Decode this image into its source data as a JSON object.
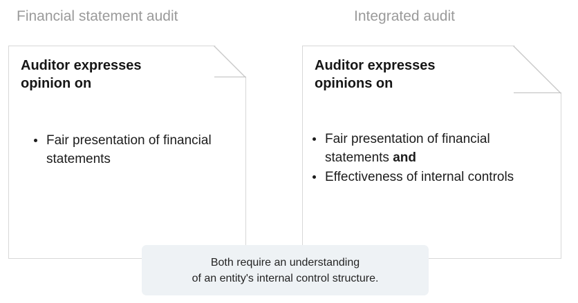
{
  "columns": [
    {
      "header": "Financial statement audit"
    },
    {
      "header": "Integrated audit"
    }
  ],
  "cards": [
    {
      "heading": "Auditor expresses\nopinion on",
      "bullets": [
        {
          "text": "Fair presentation of financial statements",
          "bold_suffix": ""
        }
      ]
    },
    {
      "heading": "Auditor expresses\nopinions on",
      "bullets": [
        {
          "text": "Fair presentation of financial statements ",
          "bold_suffix": "and"
        },
        {
          "text": "Effectiveness of internal controls",
          "bold_suffix": ""
        }
      ]
    }
  ],
  "callout": {
    "line1": "Both require an understanding",
    "line2": "of an entity's internal control structure."
  },
  "colors": {
    "header_text": "#9a9a9a",
    "card_background": "#ffffff",
    "card_border": "#d7d7d7",
    "body_text": "#1c1c1c",
    "callout_background": "#eef2f5",
    "callout_text": "#242424"
  }
}
